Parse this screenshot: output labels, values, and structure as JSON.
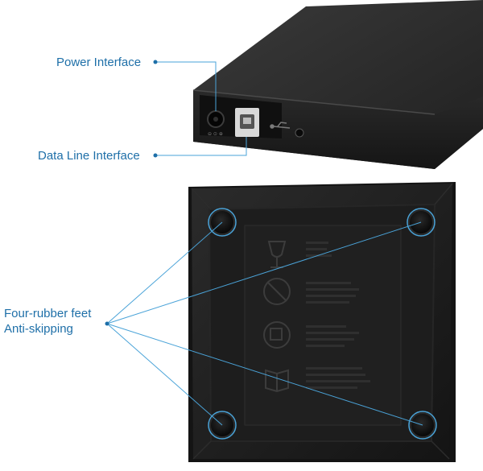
{
  "callouts": {
    "power_interface": "Power Interface",
    "data_line_interface": "Data Line Interface",
    "feet_line1": "Four-rubber feet",
    "feet_line2": "Anti-skipping"
  },
  "colors": {
    "callout_blue": "#1e6fa8",
    "device_body": "#1c1c1c",
    "device_edge": "#333333",
    "usb_port": "#d9d9d9",
    "rubber_foot": "#101010"
  },
  "icons": {
    "power_port": "dc-power-jack",
    "data_port": "usb-type-b-port",
    "usb_symbol": "usb-icon",
    "warning_symbols": [
      "fragile-glass-icon",
      "no-disassembly-icon",
      "no-water-icon",
      "manual-book-icon"
    ]
  }
}
